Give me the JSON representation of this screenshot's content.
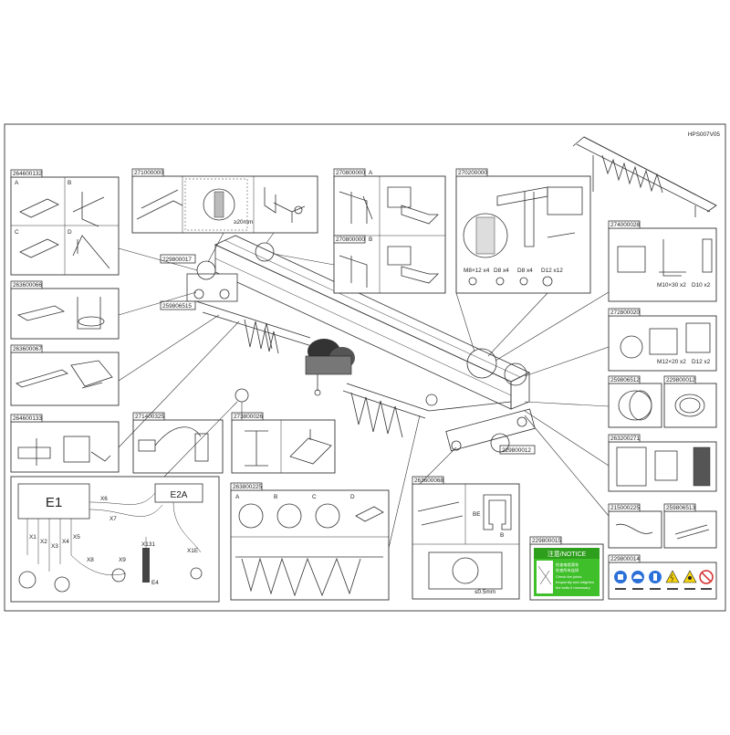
{
  "doc_code": "HPS007V05",
  "callouts": {
    "c264600132a": "264600132",
    "c271000000": "271000000",
    "c270800000_a": "270800000",
    "c270800000_a_tag": "A",
    "c270800000_b": "270800000",
    "c270800000_b_tag": "B",
    "c270200000": "270200000",
    "c274000028": "274000028",
    "c229800017": "229800017",
    "c263600066": "263600066",
    "c259806515": "259806515",
    "c263600067": "263600067",
    "c272800020": "272800020",
    "c259806512": "259806512",
    "c229800012a": "229800012",
    "c264600133": "264600133",
    "c271400325": "271400325",
    "c273800026": "273800026",
    "c263200271": "263200271",
    "c229800012b": "229800012",
    "c263800225": "263800225",
    "c263600068": "263600068",
    "c215000225": "215000225",
    "c259806513": "259806513",
    "c229800015": "229800015",
    "c229800014": "229800014"
  },
  "panel_letters": {
    "a": "A",
    "b": "B",
    "c": "C",
    "d": "D",
    "p1a": "A",
    "p1b": "B",
    "p1c": "C",
    "p1d": "D"
  },
  "dimensions": {
    "gap20": "≥20mm",
    "gap05": "≤0.5mm"
  },
  "hardware_270200000": [
    "M8×12 x4",
    "D8 x4",
    "D8 x4",
    "D12 x12"
  ],
  "hardware_274000028": [
    "M10×30 x2",
    "D10 x2"
  ],
  "hardware_272800020": [
    "M12×20 x2",
    "D12 x2"
  ],
  "wiring": {
    "e1": "E1",
    "e2a": "E2A",
    "wire_labels": [
      "X1",
      "X2",
      "X3",
      "X4",
      "X5",
      "X6",
      "X7",
      "X8",
      "X9"
    ],
    "e4": "E4",
    "x131": "X131",
    "x1e": "X1E"
  },
  "rail_labels": {
    "be": "BE",
    "b": "B"
  },
  "notice": {
    "title": "注意/NOTICE",
    "line_cn1": "检查电缆滑车",
    "line_cn2": "检查所有连接",
    "line_en1": "Check the joints",
    "line_en2": "frequently and retighten",
    "line_en3": "the bolts if necessary",
    "color": "#3fbf2a"
  },
  "safety_icons": [
    "read-manual-icon",
    "wear-helmet-icon",
    "wear-gloves-icon",
    "electric-hazard-icon",
    "crush-hazard-icon",
    "no-access-icon"
  ],
  "colors": {
    "notice_green": "#3fbf2a",
    "blue_icon": "#2b6fd8",
    "warn_yellow": "#f6d40c",
    "red": "#d62a2a"
  }
}
